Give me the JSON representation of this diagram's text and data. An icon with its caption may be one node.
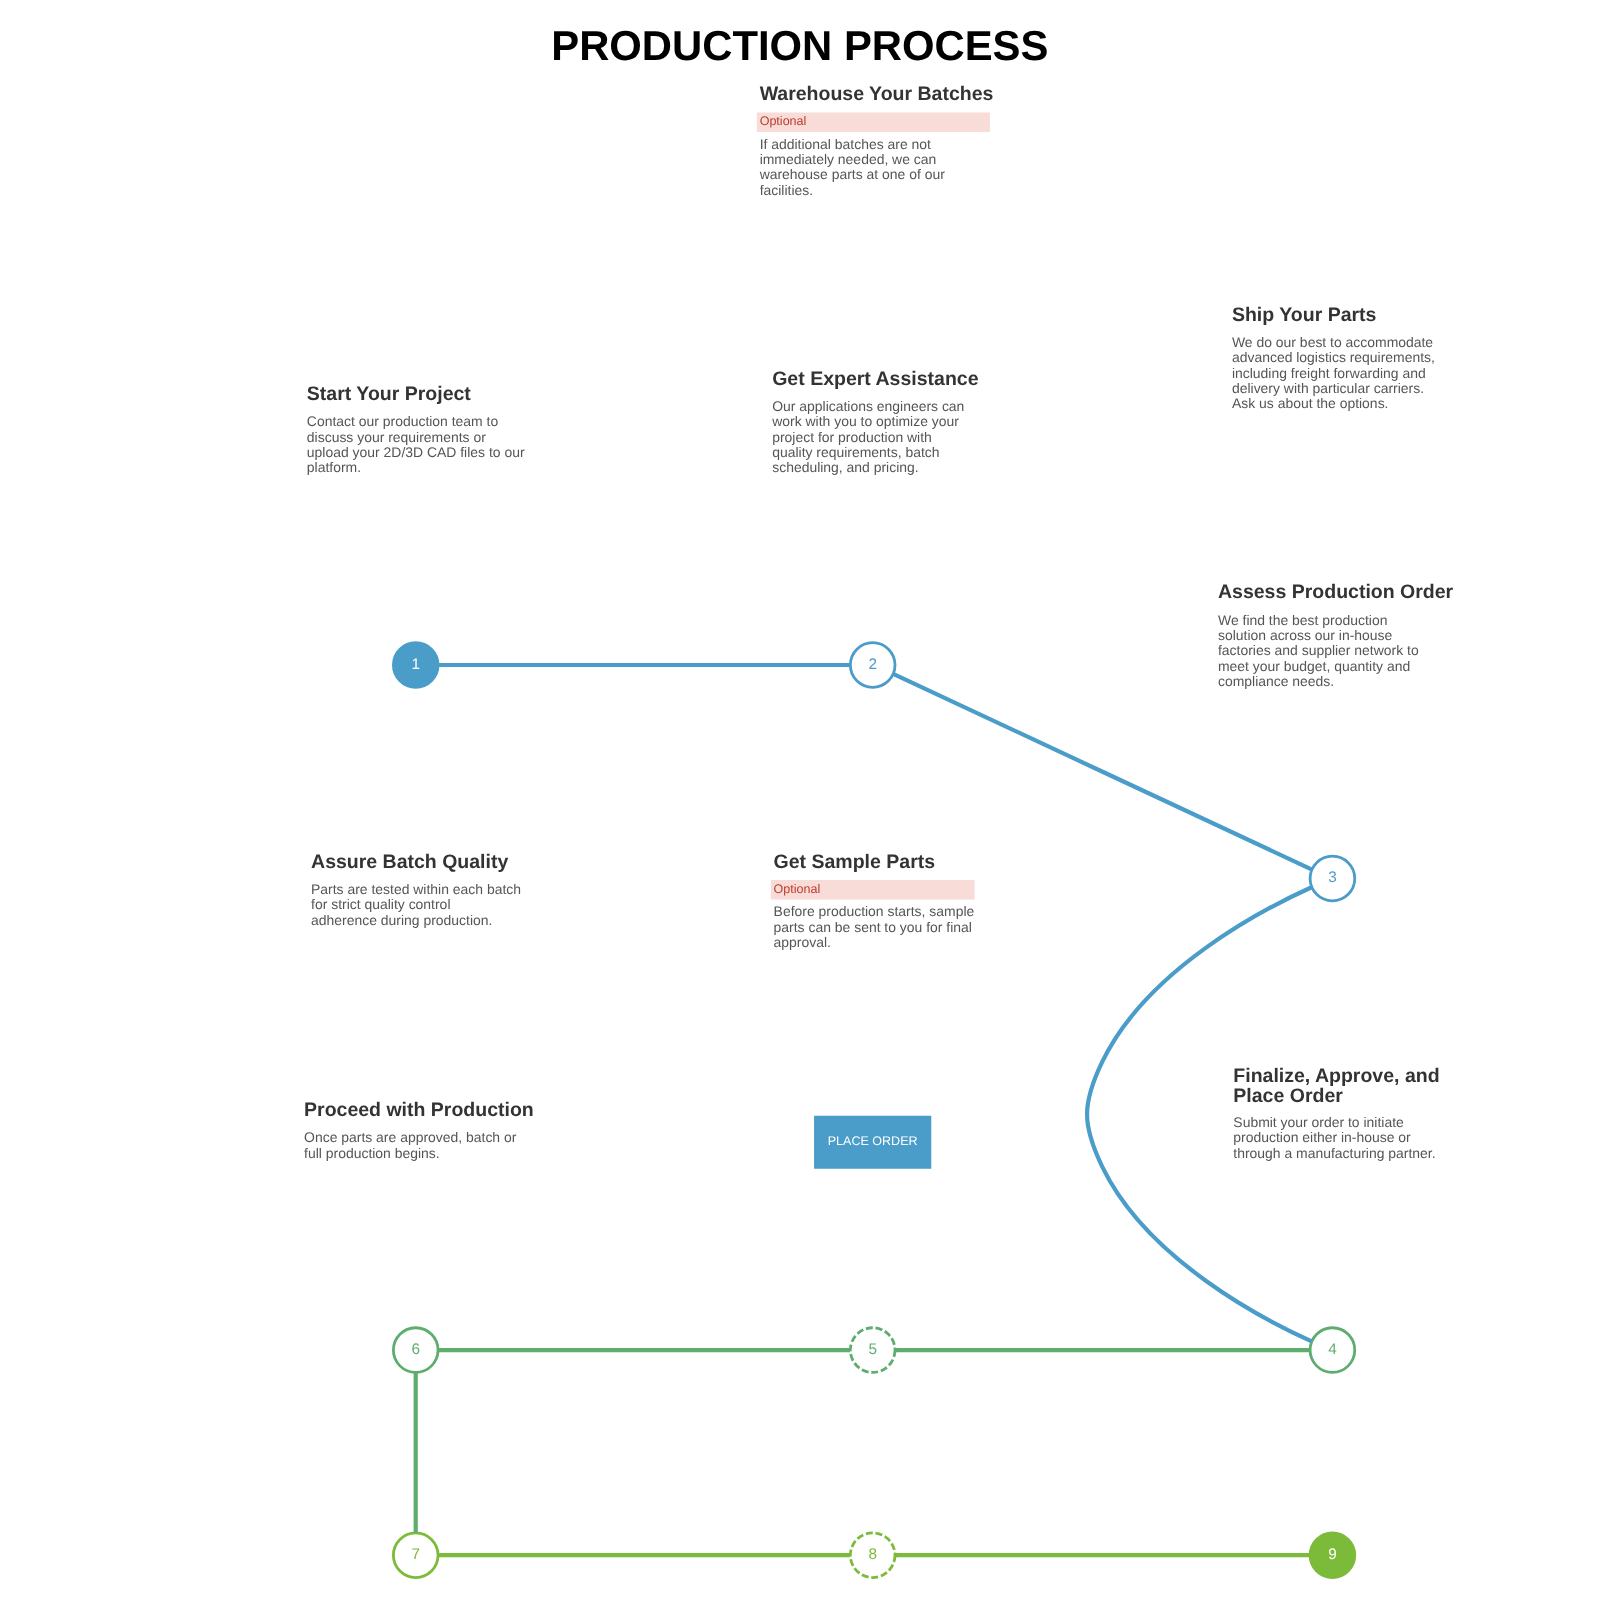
{
  "diagram": {
    "title": "PRODUCTION PROCESS",
    "nodes": [
      {
        "text": [
          "1"
        ],
        "beside": [
          "Start Your Project",
          "Contact our production team to discuss your requirements or upload your 2D/3D CAD files to our platform."
        ]
      },
      {
        "text": [
          "2"
        ],
        "beside": [
          "Get Expert Assistance",
          "Our applications engineers can work with you to optimize your project for production with quality requirements, batch scheduling, and pricing."
        ]
      },
      {
        "text": [
          "3"
        ],
        "beside": [
          "Assess Production Order",
          "We find the best production solution across our in-house factories and supplier network to meet your budget, quantity and compliance needs."
        ]
      },
      {
        "text": [
          "4"
        ],
        "beside": [
          "Finalize, Approve, and Place Order",
          "Submit your order to initiate production either in-house or through a manufacturing partner."
        ]
      },
      {
        "text": [
          "5"
        ],
        "beside": [
          "Get Sample Parts",
          "Optional",
          "Before production starts, sample parts can be sent to you for final approval."
        ]
      },
      {
        "text": [
          "6"
        ],
        "beside": [
          "Proceed with Production",
          "Once parts are approved, batch or full production begins."
        ]
      },
      {
        "text": [
          "7"
        ],
        "beside": [
          "Assure Batch Quality",
          "Parts are tested within each batch for strict quality control adherence during production."
        ]
      },
      {
        "text": [
          "8"
        ],
        "beside": [
          "Warehouse Your Batches",
          "Optional",
          "If additional batches are not immediately needed, we can warehouse parts at one of our facilities."
        ]
      },
      {
        "text": [
          "9"
        ],
        "beside": [
          "Ship Your Parts",
          "We do our best to accommodate advanced logistics requirements, including freight forwarding and delivery with particular carriers. Ask us about the options."
        ]
      }
    ],
    "edges": [
      {
        "from": 0,
        "to": 1,
        "arrow": "none",
        "color": "#4a9cc9"
      },
      {
        "from": 1,
        "to": 2,
        "arrow": "none",
        "color": "#4a9cc9"
      },
      {
        "from": 2,
        "to": 3,
        "arrow": "none",
        "color": "#4a9cc9"
      },
      {
        "from": 3,
        "to": 4,
        "arrow": "none",
        "color": "#5fad6e"
      },
      {
        "from": 4,
        "to": 5,
        "arrow": "none",
        "color": "#5fad6e"
      },
      {
        "from": 5,
        "to": 6,
        "arrow": "none",
        "color": "#5fad6e"
      },
      {
        "from": 6,
        "to": 7,
        "arrow": "none",
        "color": "#7cbb3a"
      },
      {
        "from": 7,
        "to": 8,
        "arrow": "none",
        "color": "#7cbb3a"
      }
    ],
    "labels": [
      "PLACE ORDER"
    ]
  }
}
